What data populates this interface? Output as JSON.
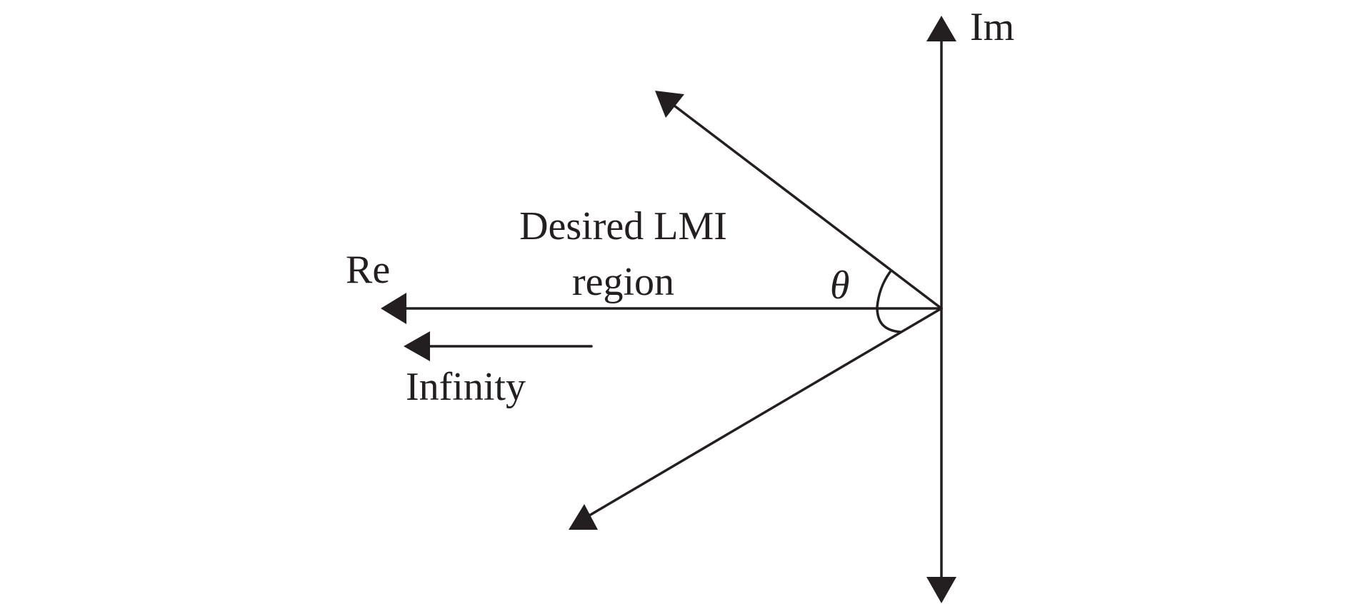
{
  "diagram": {
    "axes": {
      "imaginary_label": "Im",
      "real_label": "Re"
    },
    "region_label": "Desired LMI region",
    "angle_label": "θ",
    "infinity_label": "Infinity",
    "colors": {
      "stroke": "#231f20",
      "background": "#ffffff"
    }
  }
}
